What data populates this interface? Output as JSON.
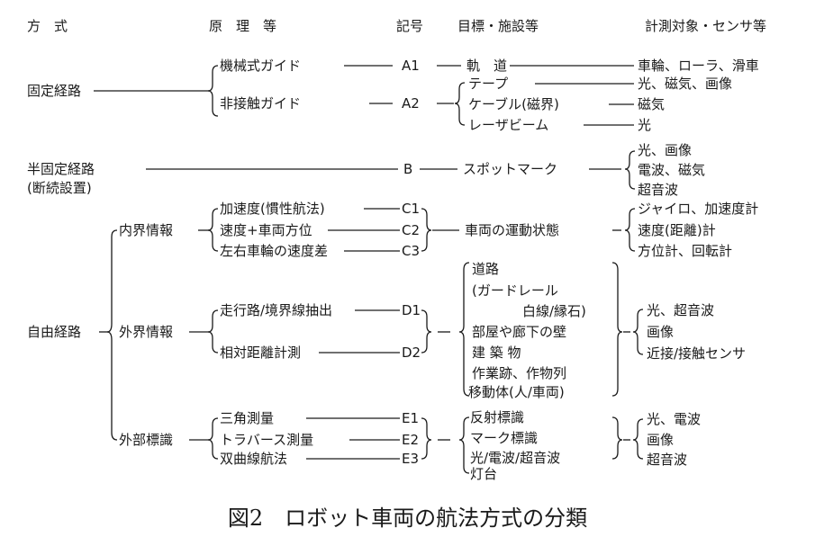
{
  "headers": {
    "method": "方　式",
    "principle": "原　理　等",
    "code": "記号",
    "target": "目標・施設等",
    "sensor": "計測対象・センサ等"
  },
  "methods": {
    "fixed": "固定経路",
    "semi_fixed_1": "半固定経路",
    "semi_fixed_2": "(断続設置)",
    "free": "自由経路"
  },
  "subcategories": {
    "internal": "内界情報",
    "external": "外界情報",
    "landmark": "外部標識"
  },
  "principles": {
    "a1": "機械式ガイド",
    "a2": "非接触ガイド",
    "c1": "加速度(慣性航法)",
    "c2": "速度+車両方位",
    "c3": "左右車輪の速度差",
    "d1": "走行路/境界線抽出",
    "d2": "相対距離計測",
    "e1": "三角測量",
    "e2": "トラバース測量",
    "e3": "双曲線航法"
  },
  "codes": {
    "a1": "A1",
    "a2": "A2",
    "b": "B",
    "c1": "C1",
    "c2": "C2",
    "c3": "C3",
    "d1": "D1",
    "d2": "D2",
    "e1": "E1",
    "e2": "E2",
    "e3": "E3"
  },
  "targets": {
    "rail": "軌　道",
    "tape": "テープ",
    "cable": "ケーブル(磁界)",
    "laser": "レーザビーム",
    "spot": "スポットマーク",
    "motion": "車両の運動状態",
    "road": "道路",
    "guard": "(ガードレール",
    "line": "白線/縁石)",
    "wall": "部屋や廊下の壁",
    "building": "建 築 物",
    "work": "作業跡、作物列",
    "mover": "移動体(人/車両)",
    "reflect": "反射標識",
    "mark": "マーク標識",
    "beacon": "光/電波/超音波",
    "light": "灯台"
  },
  "sensors": {
    "rail": "車輪、ローラ、滑車",
    "tape": "光、磁気、画像",
    "cable": "磁気",
    "laser": "光",
    "b1": "光、画像",
    "b2": "電波、磁気",
    "b3": "超音波",
    "c1": "ジャイロ、加速度計",
    "c2": "速度(距離)計",
    "c3": "方位計、回転計",
    "d1": "光、超音波",
    "d2": "画像",
    "d3": "近接/接触センサ",
    "e1": "光、電波",
    "e2": "画像",
    "e3": "超音波"
  },
  "caption": "図2　ロボット車両の航法方式の分類"
}
